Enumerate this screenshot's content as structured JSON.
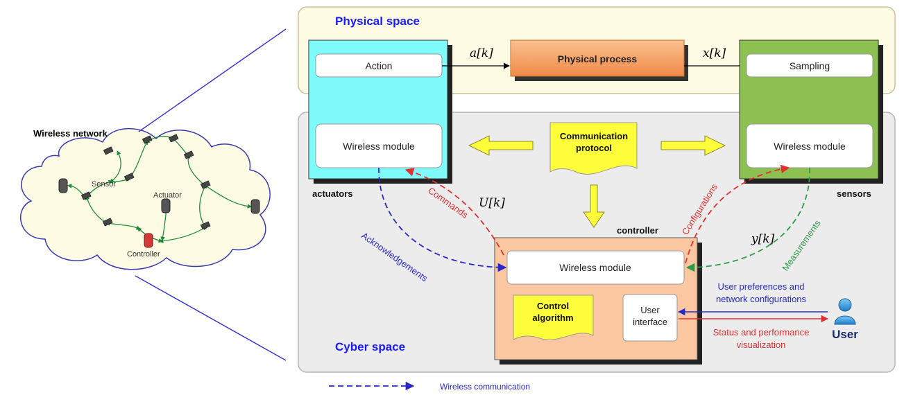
{
  "network": {
    "title": "Wireless network",
    "sensor_label": "Sensor",
    "actuator_label": "Actuator",
    "controller_label": "Controller"
  },
  "physical_space": {
    "title": "Physical space",
    "process_label": "Physical process",
    "action_label": "Action",
    "sampling_label": "Sampling",
    "signal_a": "a[k]",
    "signal_x": "x[k]"
  },
  "cyber_space": {
    "title": "Cyber space",
    "protocol_line1": "Communication",
    "protocol_line2": "protocol",
    "actuators_wireless": "Wireless module",
    "sensors_wireless": "Wireless module",
    "actuators_label": "actuators",
    "sensors_label": "sensors",
    "controller_label": "controller",
    "controller_wireless": "Wireless module",
    "control_line1": "Control",
    "control_line2": "algorithm",
    "ui_line1": "User",
    "ui_line2": "interface",
    "commands": "Commands",
    "acknowledgements": "Acknowledgements",
    "configurations": "Configurations",
    "measurements": "Measurements",
    "signal_u": "U[k]",
    "signal_y": "y[k]"
  },
  "user": {
    "label": "User",
    "prefs_line1": "User preferences and",
    "prefs_line2": "network configurations",
    "status_line1": "Status and performance",
    "status_line2": "visualization"
  },
  "legend": {
    "label": "Wireless communication"
  },
  "colors": {
    "physical_bg": "#fdfbe3",
    "cyber_bg": "#ececec",
    "actuator_cyan": "#7ffbfb",
    "sensor_green": "#8cc152",
    "process_orange": "#f59a5c",
    "controller_peach": "#fbc7a1",
    "yellow": "#fdfd3a",
    "blue_title": "#1a1aff",
    "wireless_blue": "#2828c8",
    "commands_red": "#e03030",
    "measure_green": "#2e9b4a"
  }
}
